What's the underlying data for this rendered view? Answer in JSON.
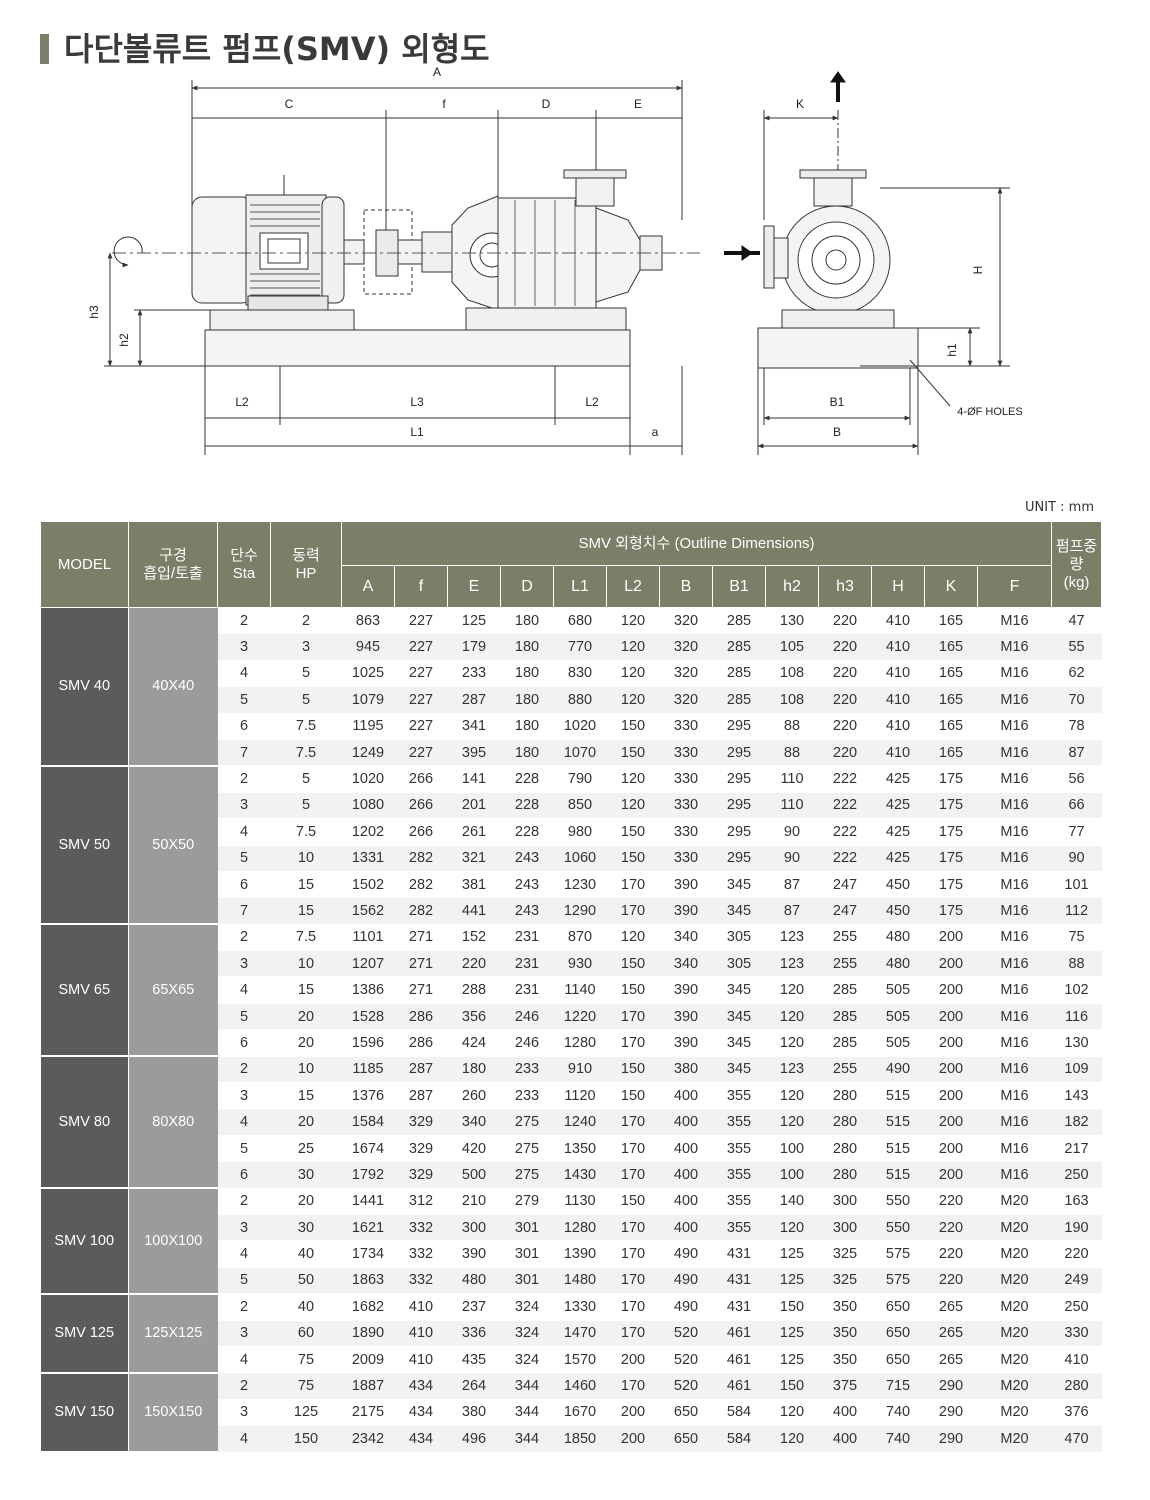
{
  "page": {
    "title": "다단볼류트 펌프(SMV) 외형도",
    "unit_label": "UNIT : mm"
  },
  "drawing": {
    "labels": {
      "A": "A",
      "C": "C",
      "f": "f",
      "D": "D",
      "E": "E",
      "K": "K",
      "H": "H",
      "h1": "h1",
      "h2": "h2",
      "h3": "h3",
      "L1": "L1",
      "L2": "L2",
      "L3": "L3",
      "a": "a",
      "B": "B",
      "B1": "B1",
      "holes": "4-ØF HOLES"
    }
  },
  "table": {
    "headers": {
      "model": "MODEL",
      "bore_1": "구경",
      "bore_2": "흡입/토출",
      "stage_1": "단수",
      "stage_2": "Sta",
      "power_1": "동력",
      "power_2": "HP",
      "dims": "SMV 외형치수 (Outline Dimensions)",
      "weight_1": "펌프중량",
      "weight_2": "(kg)",
      "dim_cols": [
        "A",
        "f",
        "E",
        "D",
        "L1",
        "L2",
        "B",
        "B1",
        "h2",
        "h3",
        "H",
        "K",
        "F"
      ]
    },
    "groups": [
      {
        "model": "SMV 40",
        "bore": "40X40",
        "rows": [
          [
            "2",
            "2",
            "863",
            "227",
            "125",
            "180",
            "680",
            "120",
            "320",
            "285",
            "130",
            "220",
            "410",
            "165",
            "M16",
            "47"
          ],
          [
            "3",
            "3",
            "945",
            "227",
            "179",
            "180",
            "770",
            "120",
            "320",
            "285",
            "105",
            "220",
            "410",
            "165",
            "M16",
            "55"
          ],
          [
            "4",
            "5",
            "1025",
            "227",
            "233",
            "180",
            "830",
            "120",
            "320",
            "285",
            "108",
            "220",
            "410",
            "165",
            "M16",
            "62"
          ],
          [
            "5",
            "5",
            "1079",
            "227",
            "287",
            "180",
            "880",
            "120",
            "320",
            "285",
            "108",
            "220",
            "410",
            "165",
            "M16",
            "70"
          ],
          [
            "6",
            "7.5",
            "1195",
            "227",
            "341",
            "180",
            "1020",
            "150",
            "330",
            "295",
            "88",
            "220",
            "410",
            "165",
            "M16",
            "78"
          ],
          [
            "7",
            "7.5",
            "1249",
            "227",
            "395",
            "180",
            "1070",
            "150",
            "330",
            "295",
            "88",
            "220",
            "410",
            "165",
            "M16",
            "87"
          ]
        ]
      },
      {
        "model": "SMV 50",
        "bore": "50X50",
        "rows": [
          [
            "2",
            "5",
            "1020",
            "266",
            "141",
            "228",
            "790",
            "120",
            "330",
            "295",
            "110",
            "222",
            "425",
            "175",
            "M16",
            "56"
          ],
          [
            "3",
            "5",
            "1080",
            "266",
            "201",
            "228",
            "850",
            "120",
            "330",
            "295",
            "110",
            "222",
            "425",
            "175",
            "M16",
            "66"
          ],
          [
            "4",
            "7.5",
            "1202",
            "266",
            "261",
            "228",
            "980",
            "150",
            "330",
            "295",
            "90",
            "222",
            "425",
            "175",
            "M16",
            "77"
          ],
          [
            "5",
            "10",
            "1331",
            "282",
            "321",
            "243",
            "1060",
            "150",
            "330",
            "295",
            "90",
            "222",
            "425",
            "175",
            "M16",
            "90"
          ],
          [
            "6",
            "15",
            "1502",
            "282",
            "381",
            "243",
            "1230",
            "170",
            "390",
            "345",
            "87",
            "247",
            "450",
            "175",
            "M16",
            "101"
          ],
          [
            "7",
            "15",
            "1562",
            "282",
            "441",
            "243",
            "1290",
            "170",
            "390",
            "345",
            "87",
            "247",
            "450",
            "175",
            "M16",
            "112"
          ]
        ]
      },
      {
        "model": "SMV 65",
        "bore": "65X65",
        "rows": [
          [
            "2",
            "7.5",
            "1101",
            "271",
            "152",
            "231",
            "870",
            "120",
            "340",
            "305",
            "123",
            "255",
            "480",
            "200",
            "M16",
            "75"
          ],
          [
            "3",
            "10",
            "1207",
            "271",
            "220",
            "231",
            "930",
            "150",
            "340",
            "305",
            "123",
            "255",
            "480",
            "200",
            "M16",
            "88"
          ],
          [
            "4",
            "15",
            "1386",
            "271",
            "288",
            "231",
            "1140",
            "150",
            "390",
            "345",
            "120",
            "285",
            "505",
            "200",
            "M16",
            "102"
          ],
          [
            "5",
            "20",
            "1528",
            "286",
            "356",
            "246",
            "1220",
            "170",
            "390",
            "345",
            "120",
            "285",
            "505",
            "200",
            "M16",
            "116"
          ],
          [
            "6",
            "20",
            "1596",
            "286",
            "424",
            "246",
            "1280",
            "170",
            "390",
            "345",
            "120",
            "285",
            "505",
            "200",
            "M16",
            "130"
          ]
        ]
      },
      {
        "model": "SMV 80",
        "bore": "80X80",
        "rows": [
          [
            "2",
            "10",
            "1185",
            "287",
            "180",
            "233",
            "910",
            "150",
            "380",
            "345",
            "123",
            "255",
            "490",
            "200",
            "M16",
            "109"
          ],
          [
            "3",
            "15",
            "1376",
            "287",
            "260",
            "233",
            "1120",
            "150",
            "400",
            "355",
            "120",
            "280",
            "515",
            "200",
            "M16",
            "143"
          ],
          [
            "4",
            "20",
            "1584",
            "329",
            "340",
            "275",
            "1240",
            "170",
            "400",
            "355",
            "120",
            "280",
            "515",
            "200",
            "M16",
            "182"
          ],
          [
            "5",
            "25",
            "1674",
            "329",
            "420",
            "275",
            "1350",
            "170",
            "400",
            "355",
            "100",
            "280",
            "515",
            "200",
            "M16",
            "217"
          ],
          [
            "6",
            "30",
            "1792",
            "329",
            "500",
            "275",
            "1430",
            "170",
            "400",
            "355",
            "100",
            "280",
            "515",
            "200",
            "M16",
            "250"
          ]
        ]
      },
      {
        "model": "SMV 100",
        "bore": "100X100",
        "rows": [
          [
            "2",
            "20",
            "1441",
            "312",
            "210",
            "279",
            "1130",
            "150",
            "400",
            "355",
            "140",
            "300",
            "550",
            "220",
            "M20",
            "163"
          ],
          [
            "3",
            "30",
            "1621",
            "332",
            "300",
            "301",
            "1280",
            "170",
            "400",
            "355",
            "120",
            "300",
            "550",
            "220",
            "M20",
            "190"
          ],
          [
            "4",
            "40",
            "1734",
            "332",
            "390",
            "301",
            "1390",
            "170",
            "490",
            "431",
            "125",
            "325",
            "575",
            "220",
            "M20",
            "220"
          ],
          [
            "5",
            "50",
            "1863",
            "332",
            "480",
            "301",
            "1480",
            "170",
            "490",
            "431",
            "125",
            "325",
            "575",
            "220",
            "M20",
            "249"
          ]
        ]
      },
      {
        "model": "SMV 125",
        "bore": "125X125",
        "rows": [
          [
            "2",
            "40",
            "1682",
            "410",
            "237",
            "324",
            "1330",
            "170",
            "490",
            "431",
            "150",
            "350",
            "650",
            "265",
            "M20",
            "250"
          ],
          [
            "3",
            "60",
            "1890",
            "410",
            "336",
            "324",
            "1470",
            "170",
            "520",
            "461",
            "125",
            "350",
            "650",
            "265",
            "M20",
            "330"
          ],
          [
            "4",
            "75",
            "2009",
            "410",
            "435",
            "324",
            "1570",
            "200",
            "520",
            "461",
            "125",
            "350",
            "650",
            "265",
            "M20",
            "410"
          ]
        ]
      },
      {
        "model": "SMV 150",
        "bore": "150X150",
        "rows": [
          [
            "2",
            "75",
            "1887",
            "434",
            "264",
            "344",
            "1460",
            "170",
            "520",
            "461",
            "150",
            "375",
            "715",
            "290",
            "M20",
            "280"
          ],
          [
            "3",
            "125",
            "2175",
            "434",
            "380",
            "344",
            "1670",
            "200",
            "650",
            "584",
            "120",
            "400",
            "740",
            "290",
            "M20",
            "376"
          ],
          [
            "4",
            "150",
            "2342",
            "434",
            "496",
            "344",
            "1850",
            "200",
            "650",
            "584",
            "120",
            "400",
            "740",
            "290",
            "M20",
            "470"
          ]
        ]
      }
    ]
  }
}
